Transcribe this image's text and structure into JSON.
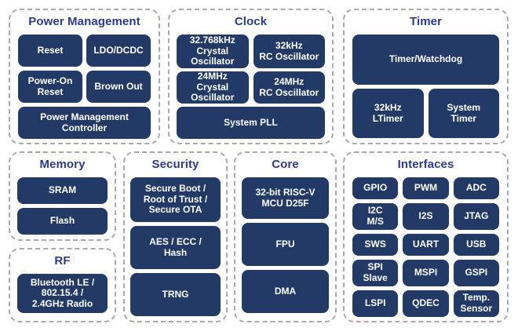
{
  "colors": {
    "block": "#233a66",
    "title": "#2d3a8c",
    "border": "#a9a9a9",
    "block-text": "#ffffff",
    "bg": "#ffffff"
  },
  "sections": {
    "power": {
      "title": "Power Management",
      "blocks": [
        "Reset",
        "LDO/DCDC",
        "Power-On\nReset",
        "Brown Out",
        "Power Management\nController"
      ]
    },
    "clock": {
      "title": "Clock",
      "blocks": [
        "32.768kHz\nCrystal\nOscillator",
        "32kHz\nRC Oscillator",
        "24MHz\nCrystal\nOscillator",
        "24MHz\nRC Oscillator",
        "System PLL"
      ]
    },
    "timer": {
      "title": "Timer",
      "blocks": [
        "Timer/Watchdog",
        "32kHz\nLTimer",
        "System\nTimer"
      ]
    },
    "memory": {
      "title": "Memory",
      "blocks": [
        "SRAM",
        "Flash"
      ]
    },
    "rf": {
      "title": "RF",
      "blocks": [
        "Bluetooth LE /\n802.15.4 /\n2.4GHz Radio"
      ]
    },
    "security": {
      "title": "Security",
      "blocks": [
        "Secure Boot /\nRoot of Trust /\nSecure OTA",
        "AES / ECC /\nHash",
        "TRNG"
      ]
    },
    "core": {
      "title": "Core",
      "blocks": [
        "32-bit RISC-V\nMCU D25F",
        "FPU",
        "DMA"
      ]
    },
    "interfaces": {
      "title": "Interfaces",
      "blocks": [
        "GPIO",
        "PWM",
        "ADC",
        "I2C\nM/S",
        "I2S",
        "JTAG",
        "SWS",
        "UART",
        "USB",
        "SPI\nSlave",
        "MSPI",
        "GSPI",
        "LSPI",
        "QDEC",
        "Temp.\nSensor"
      ]
    }
  }
}
